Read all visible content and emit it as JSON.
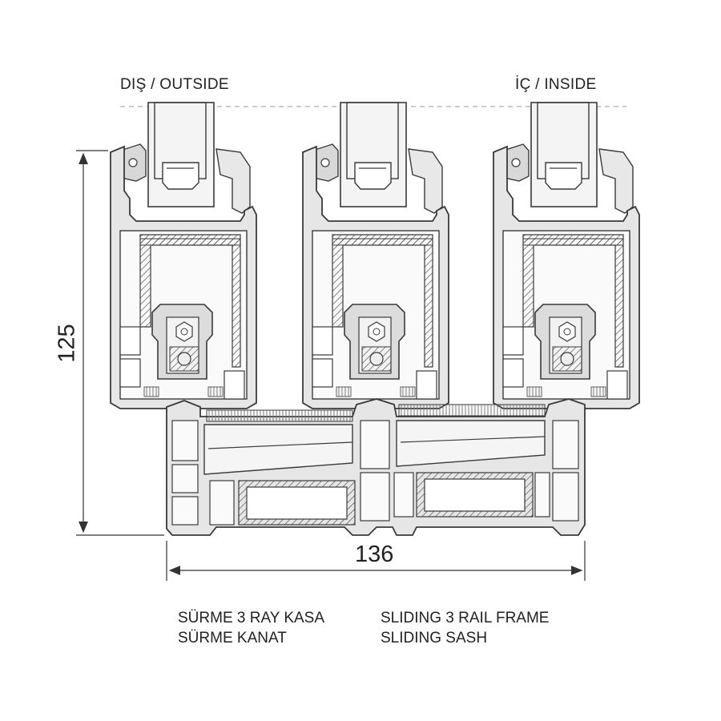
{
  "labels": {
    "outside": "DIŞ / OUTSIDE",
    "inside": "İÇ / INSIDE"
  },
  "dimensions": {
    "height": "125",
    "width": "136"
  },
  "caption": {
    "tr_line1": "SÜRME 3 RAY KASA",
    "tr_line2": "SÜRME KANAT",
    "en_line1": "SLIDING 3 RAIL FRAME",
    "en_line2": "SLIDING SASH"
  },
  "colors": {
    "profile_fill": "#e6e6e6",
    "profile_stroke": "#3a3a3a",
    "hatch": "#555555",
    "dimension_line": "#333333"
  }
}
